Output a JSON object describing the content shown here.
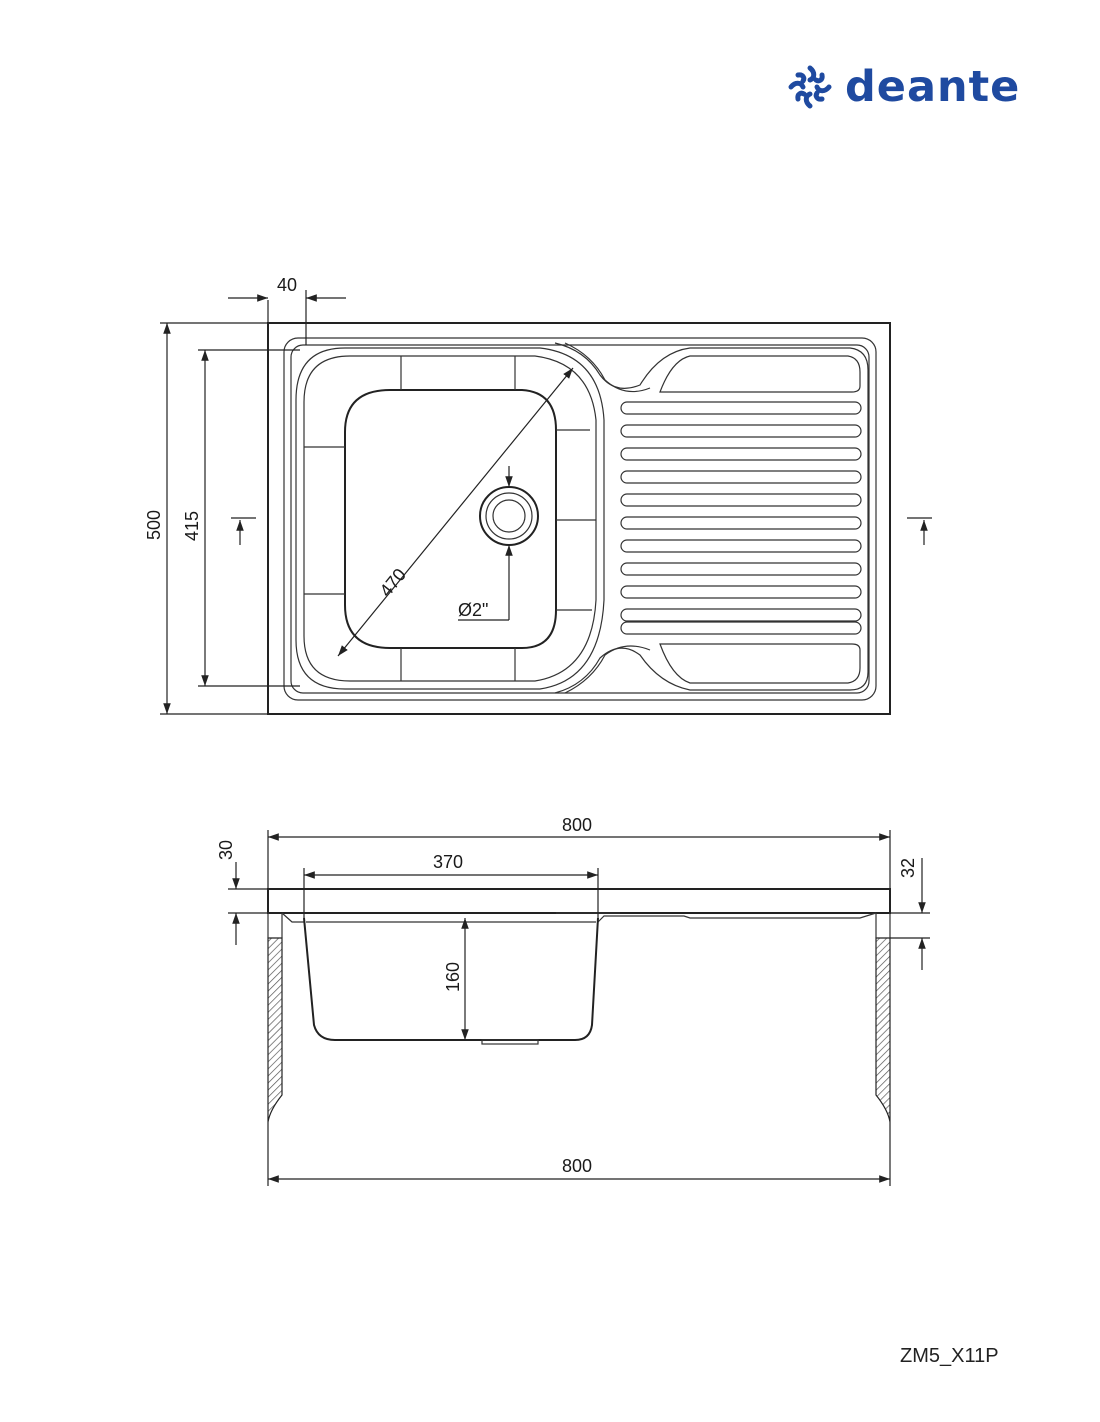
{
  "brand": {
    "name": "deante",
    "color": "#1f4aa0"
  },
  "model_code": "ZM5_X11P",
  "top_view": {
    "dims": {
      "flange": "40",
      "total_depth": "500",
      "bowl_depth": "415",
      "diagonal": "470",
      "drain": "Ø2\""
    }
  },
  "section_view": {
    "dims": {
      "top_width": "800",
      "bowl_width": "370",
      "rim_left": "30",
      "rim_right": "32",
      "bowl_height": "160",
      "bottom_width": "800"
    }
  },
  "colors": {
    "line": "#222222",
    "brand": "#1f4aa0"
  }
}
